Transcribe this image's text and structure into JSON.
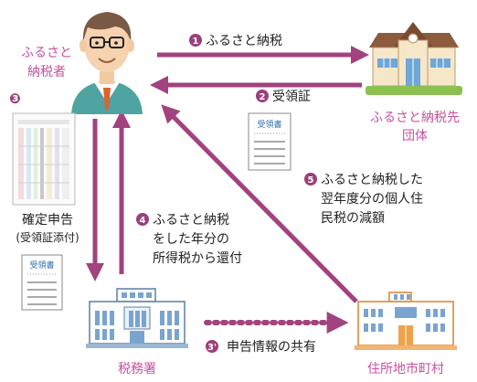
{
  "taxpayer": {
    "label_line1": "ふるさと",
    "label_line2": "納税者"
  },
  "destination": {
    "label_line1": "ふるさと納税先",
    "label_line2": "団体"
  },
  "tax_office": {
    "label": "税務署"
  },
  "municipality": {
    "label": "住所地市町村"
  },
  "filing": {
    "number": "❸",
    "label_line1": "確定申告",
    "label_line2": "(受領証添付)"
  },
  "receipt_doc": {
    "title": "受領書"
  },
  "steps": {
    "step1": {
      "number": "1",
      "text": "ふるさと納税"
    },
    "step2": {
      "number": "2",
      "text": "受領証"
    },
    "step3prime": {
      "number": "3'",
      "text": "申告情報の共有"
    },
    "step4": {
      "number": "4",
      "line1": "ふるさと納税",
      "line2": "をした年分の",
      "line3": "所得税から還付"
    },
    "step5": {
      "number": "5",
      "line1": "ふるさと納税した",
      "line2": "翌年度分の個人住",
      "line3": "民税の減額"
    }
  },
  "colors": {
    "arrow": "#a2427f",
    "label_pink": "#c8509f",
    "number_circle": "#9b3f7b",
    "building_blue": "#7aa4d0",
    "building_orange": "#f0a24a"
  }
}
